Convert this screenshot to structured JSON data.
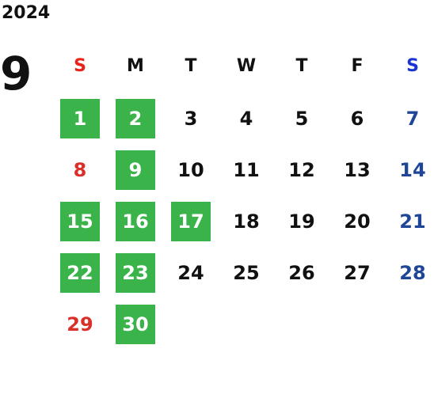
{
  "calendar": {
    "year": "2024",
    "month": "9",
    "weekdays": [
      "S",
      "M",
      "T",
      "W",
      "T",
      "F",
      "S"
    ],
    "colors": {
      "sunday_header": "#e8231c",
      "saturday_header": "#1a34d4",
      "weekday_text": "#111111",
      "sunday_text": "#d9302a",
      "saturday_text": "#1f4596",
      "highlight_bg": "#3ab44a",
      "highlight_text": "#ffffff"
    },
    "weeks": [
      [
        {
          "d": "1",
          "hl": true
        },
        {
          "d": "2",
          "hl": true
        },
        {
          "d": "3",
          "hl": false
        },
        {
          "d": "4",
          "hl": false
        },
        {
          "d": "5",
          "hl": false
        },
        {
          "d": "6",
          "hl": false
        },
        {
          "d": "7",
          "hl": false
        }
      ],
      [
        {
          "d": "8",
          "hl": false
        },
        {
          "d": "9",
          "hl": true
        },
        {
          "d": "10",
          "hl": false
        },
        {
          "d": "11",
          "hl": false
        },
        {
          "d": "12",
          "hl": false
        },
        {
          "d": "13",
          "hl": false
        },
        {
          "d": "14",
          "hl": false
        }
      ],
      [
        {
          "d": "15",
          "hl": true
        },
        {
          "d": "16",
          "hl": true
        },
        {
          "d": "17",
          "hl": true
        },
        {
          "d": "18",
          "hl": false
        },
        {
          "d": "19",
          "hl": false
        },
        {
          "d": "20",
          "hl": false
        },
        {
          "d": "21",
          "hl": false
        }
      ],
      [
        {
          "d": "22",
          "hl": true
        },
        {
          "d": "23",
          "hl": true
        },
        {
          "d": "24",
          "hl": false
        },
        {
          "d": "25",
          "hl": false
        },
        {
          "d": "26",
          "hl": false
        },
        {
          "d": "27",
          "hl": false
        },
        {
          "d": "28",
          "hl": false
        }
      ],
      [
        {
          "d": "29",
          "hl": false
        },
        {
          "d": "30",
          "hl": true
        },
        null,
        null,
        null,
        null,
        null
      ]
    ]
  }
}
